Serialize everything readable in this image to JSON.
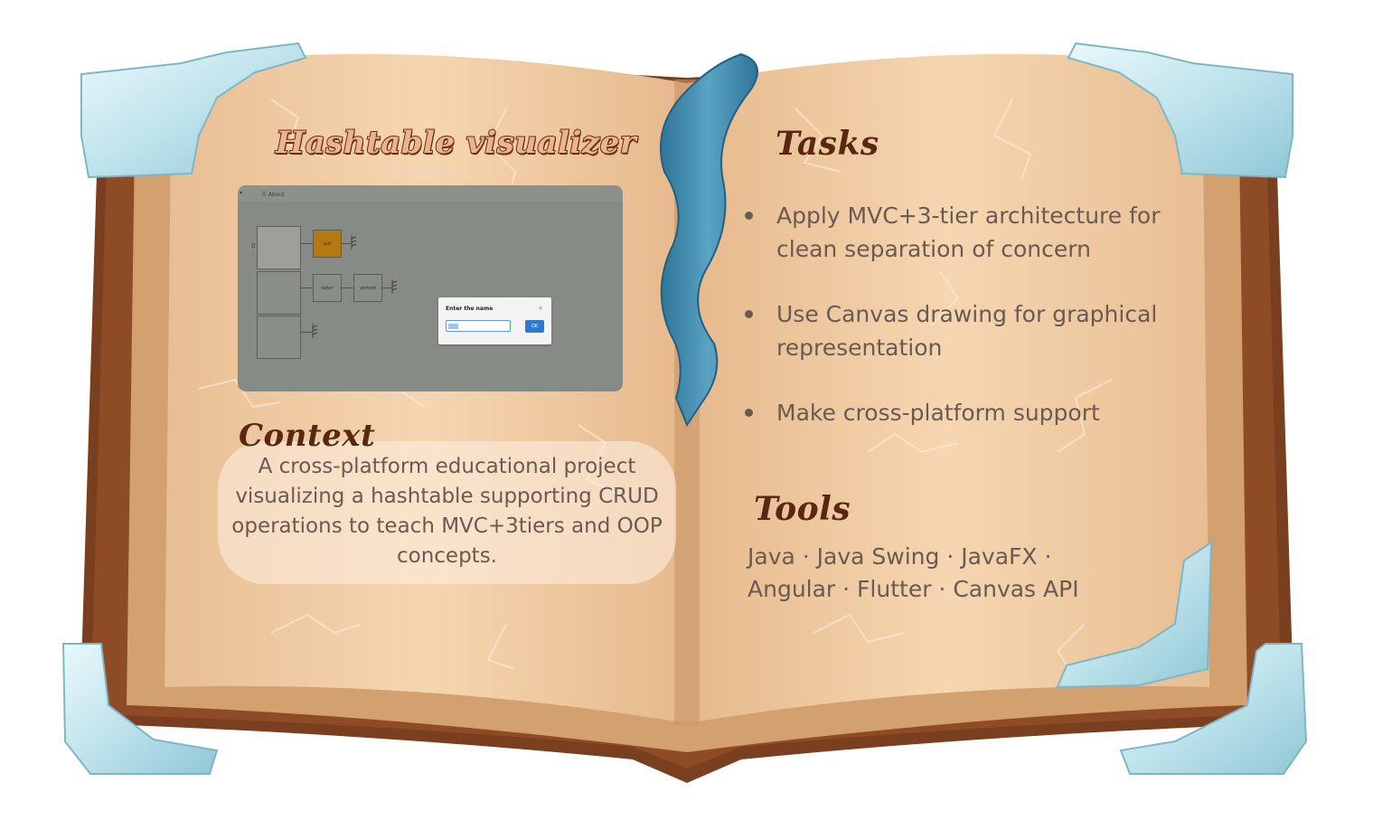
{
  "project": {
    "title": "Hashtable visualizer"
  },
  "screenshot": {
    "menu_caret": "▾",
    "menu_about": "⓪ About",
    "bucket_index": "0",
    "nodes": [
      "ouf",
      "taher",
      "ahmed"
    ],
    "dialog": {
      "title": "Enter the name",
      "close": "×",
      "ok": "OK"
    }
  },
  "context": {
    "heading": "Context",
    "text": "A cross-platform educational project visualizing a hashtable supporting CRUD operations to teach MVC+3tiers and OOP concepts."
  },
  "tasks": {
    "heading": "Tasks",
    "items": [
      "Apply MVC+3-tier architecture for clean separation of concern",
      "Use Canvas drawing for graphical representation",
      "Make cross-platform support"
    ]
  },
  "tools": {
    "heading": "Tools",
    "text": "Java · Java Swing · JavaFX · Angular · Flutter · Canvas API"
  },
  "colors": {
    "page_parchment": "#f2cfa6",
    "leather": "#7a3f1e",
    "ice_corner": "#bfe3ec",
    "ribbon": "#4a8fb3",
    "title_brown": "#5a2812",
    "body_text": "#6a5a52"
  },
  "icons": {
    "bullet": "bullet-dot-icon",
    "ground": "null-ground-icon",
    "close": "close-icon"
  }
}
